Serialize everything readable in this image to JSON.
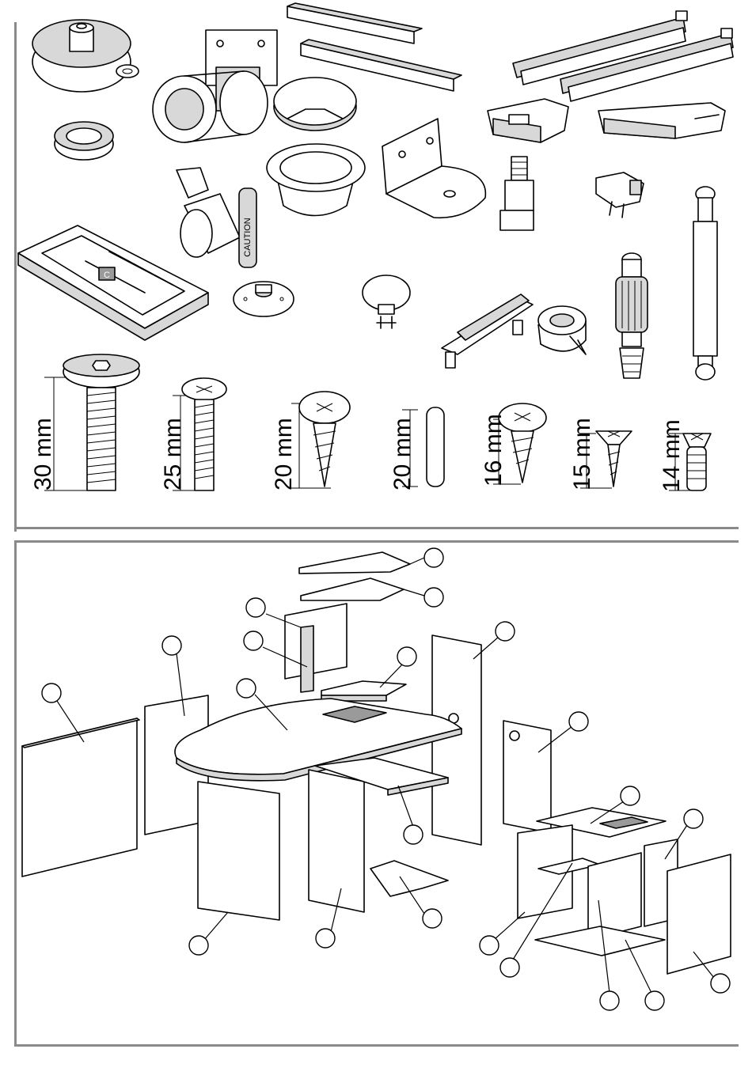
{
  "hardware": {
    "screw_lengths": [
      {
        "id": "screw-30",
        "label": "30 mm"
      },
      {
        "id": "screw-25",
        "label": "25 mm"
      },
      {
        "id": "screw-20",
        "label": "20 mm"
      },
      {
        "id": "dowel-20",
        "label": "20 mm"
      },
      {
        "id": "screw-16",
        "label": "16 mm"
      },
      {
        "id": "screw-15",
        "label": "15 mm"
      },
      {
        "id": "screw-14",
        "label": "14 mm"
      }
    ],
    "stamp_text": "CAUTION"
  },
  "colors": {
    "line": "#000000",
    "frame": "#8a8a8a",
    "panel_fill": "#ffffff",
    "shade": "#d8d8d8"
  }
}
